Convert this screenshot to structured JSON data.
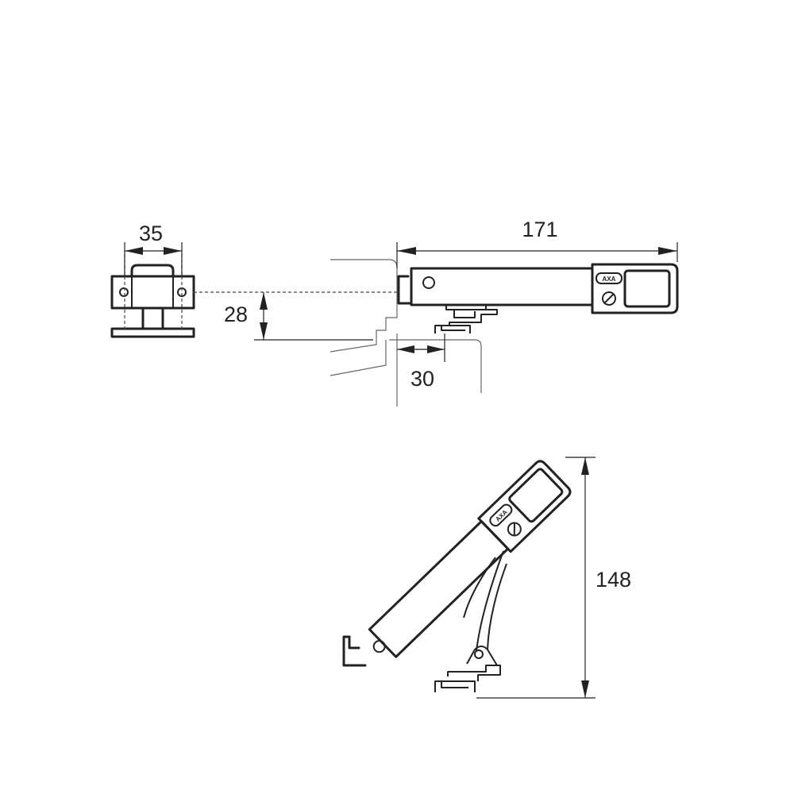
{
  "dimensions": {
    "bracket_width": "35",
    "arm_height": "28",
    "arm_length": "171",
    "bracket_offset": "30",
    "open_height": "148"
  },
  "brand_label": "AXA"
}
